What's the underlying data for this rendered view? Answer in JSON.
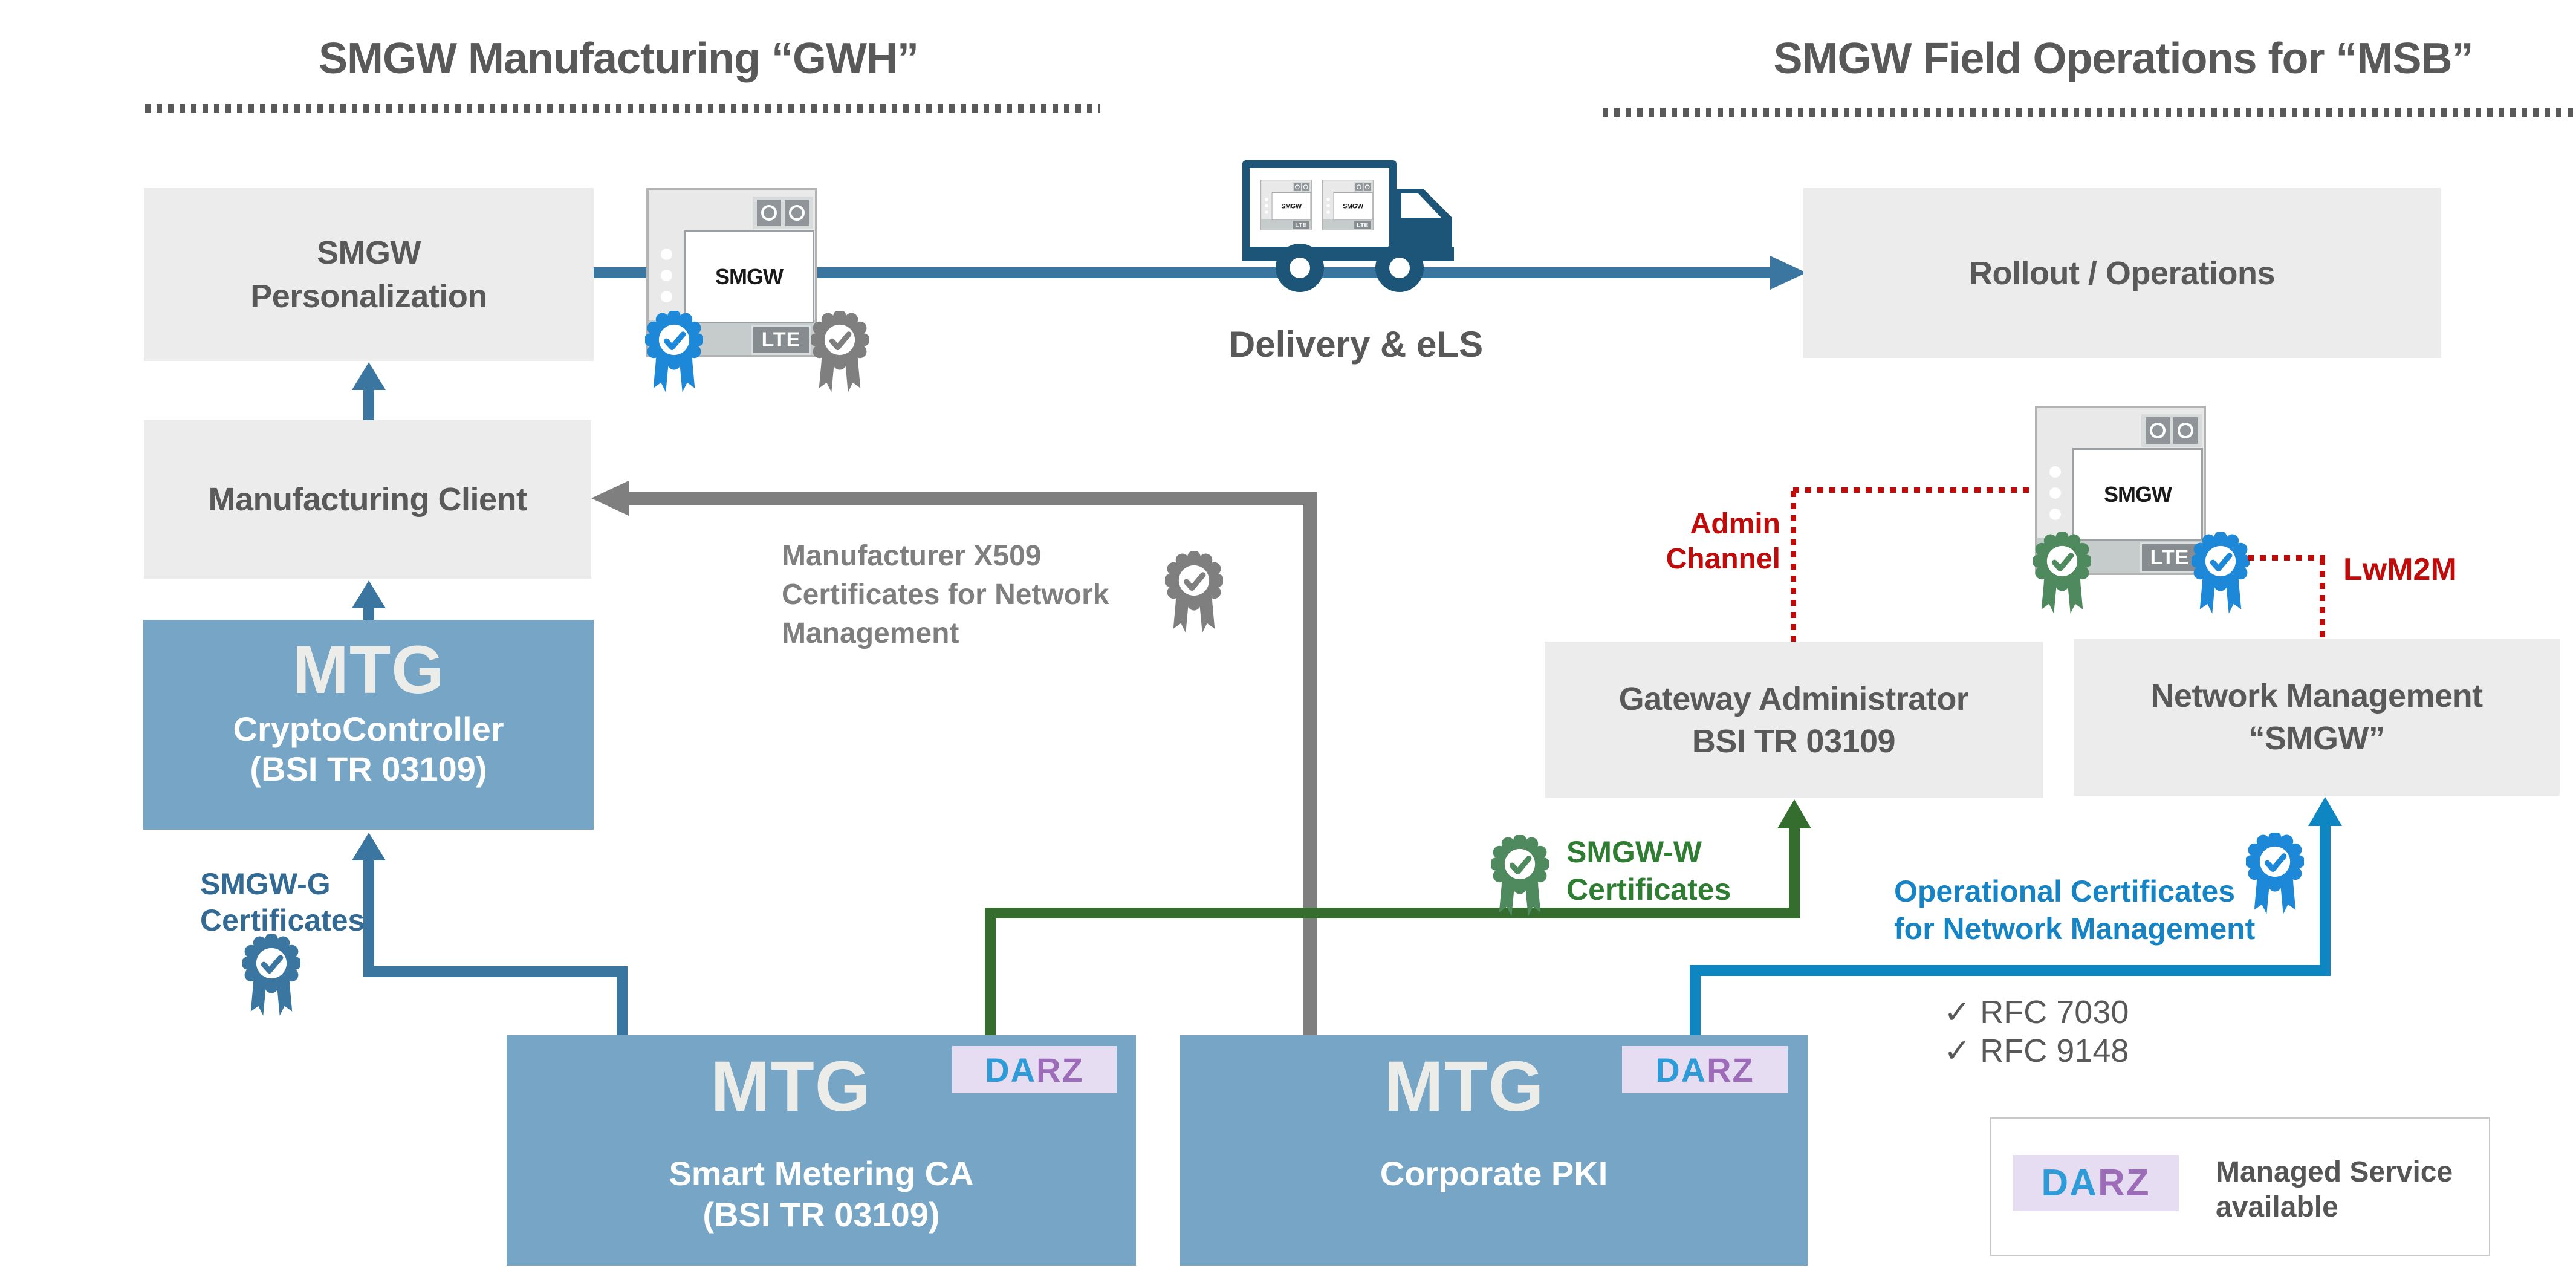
{
  "titles": {
    "manufacturing": "SMGW Manufacturing “GWH”",
    "field_ops": "SMGW Field Operations for “MSB”"
  },
  "nodes": {
    "personalization": {
      "lines": [
        "SMGW",
        "Personalization"
      ]
    },
    "manufacturing_client": {
      "label": "Manufacturing Client"
    },
    "crypto_controller": {
      "brand": "MTG",
      "name": "CryptoController",
      "spec": "(BSI TR 03109)"
    },
    "rollout": {
      "label": "Rollout / Operations"
    },
    "gateway_admin": {
      "lines": [
        "Gateway Administrator",
        "BSI TR 03109"
      ]
    },
    "network_mgmt": {
      "lines": [
        "Network Management",
        "“SMGW”"
      ]
    },
    "smart_metering_ca": {
      "brand": "MTG",
      "name": "Smart Metering CA",
      "spec": "(BSI TR 03109)"
    },
    "corporate_pki": {
      "brand": "MTG",
      "name": "Corporate PKI"
    }
  },
  "flows": {
    "delivery": {
      "label": "Delivery & eLS"
    },
    "manufacturer_x509": {
      "lines": [
        "Manufacturer X509",
        "Certificates for Network",
        "Management"
      ]
    },
    "smgw_g": {
      "lines": [
        "SMGW-G",
        "Certificates"
      ]
    },
    "smgw_w": {
      "lines": [
        "SMGW-W",
        "Certificates"
      ]
    },
    "operational": {
      "lines": [
        "Operational Certificates",
        "for Network Management"
      ]
    },
    "admin_channel": {
      "lines": [
        "Admin",
        "Channel"
      ]
    },
    "lwm2m": {
      "label": "LwM2M"
    },
    "rfc": {
      "check": "✓",
      "items": [
        "RFC 7030",
        "RFC 9148"
      ]
    }
  },
  "device": {
    "label": "SMGW",
    "badge": "LTE"
  },
  "darz": {
    "da": "DA",
    "rz": "RZ"
  },
  "managed_service": {
    "lines": [
      "Managed Service",
      "available"
    ]
  },
  "icons": {
    "badges": [
      "certificate-badge-blue",
      "certificate-badge-gray",
      "certificate-badge-steel",
      "certificate-badge-green",
      "certificate-badge-bright-blue"
    ],
    "truck": "delivery-truck-icon",
    "device": "smgw-device-icon"
  },
  "colors": {
    "steel_box": "#76A5C5",
    "light_box": "#ECECEC",
    "text_gray": "#595959",
    "line_steel": "#3B76A0",
    "truck": "#1D5578",
    "green": "#346D2E",
    "green_text": "#2E7D32",
    "bright_blue": "#0E86C2",
    "bright_blue_text": "#1583C4",
    "badge_blue": "#1D87D8",
    "badge_gray": "#7F7F7F",
    "red": "#C00B0B",
    "gray_line": "#7F7F7F",
    "darz_bg": "#E7DDF3",
    "darz_da": "#2D9BD8",
    "darz_rz": "#9D6CB8"
  }
}
